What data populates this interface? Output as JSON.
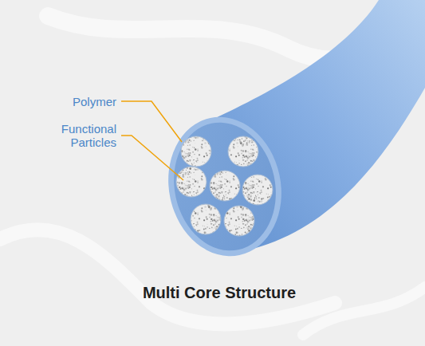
{
  "diagram": {
    "caption": "Multi Core Structure",
    "labels": [
      "Polymer",
      "Functional Particles"
    ]
  }
}
